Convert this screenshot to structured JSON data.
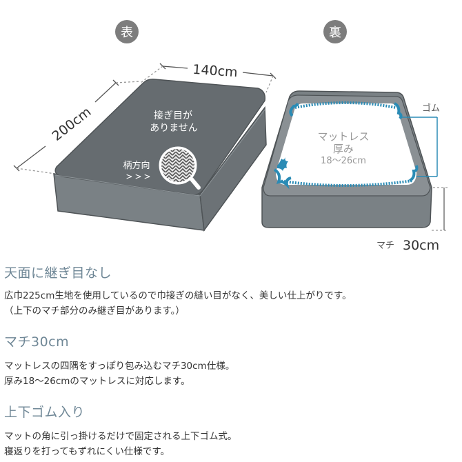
{
  "diagram": {
    "front_badge": "表",
    "back_badge": "裏",
    "width_label": "140cm",
    "length_label": "200cm",
    "no_seam_line1": "接ぎ目が",
    "no_seam_line2": "ありません",
    "pattern_label": "柄方向",
    "pattern_arrows": ">>>",
    "mattress_line1": "マットレス",
    "mattress_line2": "厚み",
    "thickness_range": "18〜26cm",
    "elastic_label": "ゴム",
    "gusset_prefix": "マチ",
    "gusset_value": "30cm"
  },
  "sections": [
    {
      "heading": "天面に継ぎ目なし",
      "lines": [
        "広巾225cm生地を使用しているので巾接ぎの縫い目がなく、美しい仕上がりです。",
        "（上下のマチ部分のみ継ぎ目があります。）"
      ]
    },
    {
      "heading": "マチ30cm",
      "lines": [
        "マットレスの四隅をすっぽり包み込むマチ30cm仕様。",
        "厚み18〜26cmのマットレスに対応します。"
      ]
    },
    {
      "heading": "上下ゴム入り",
      "lines": [
        "マットの角に引っ掛けるだけで固定される上下ゴム式。",
        "寝返りを打ってもずれにくい仕様です。"
      ]
    }
  ],
  "colors": {
    "cover_top": "#666c70",
    "cover_side": "#7a8185",
    "cover_edge": "#4f5457",
    "badge": "#7d7d7d",
    "elastic": "#2a8bb5",
    "heading": "#6f8796"
  }
}
